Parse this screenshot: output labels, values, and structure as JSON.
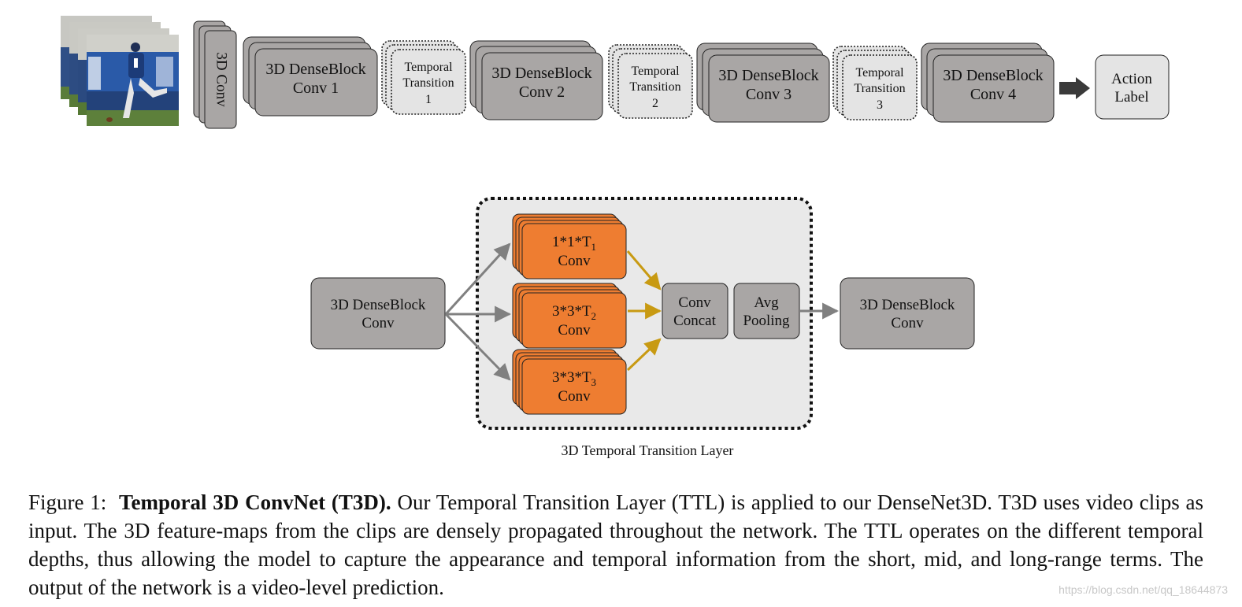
{
  "pipeline": {
    "conv3d_label": "3D Conv",
    "dense_blocks": [
      {
        "line1": "3D DenseBlock",
        "line2": "Conv 1"
      },
      {
        "line1": "3D DenseBlock",
        "line2": "Conv 2"
      },
      {
        "line1": "3D DenseBlock",
        "line2": "Conv 3"
      },
      {
        "line1": "3D DenseBlock",
        "line2": "Conv 4"
      }
    ],
    "transitions": [
      {
        "line1": "Temporal",
        "line2": "Transition",
        "line3": "1"
      },
      {
        "line1": "Temporal",
        "line2": "Transition",
        "line3": "2"
      },
      {
        "line1": "Temporal",
        "line2": "Transition",
        "line3": "3"
      }
    ],
    "output": {
      "line1": "Action",
      "line2": "Label"
    }
  },
  "ttl": {
    "input": {
      "line1": "3D DenseBlock",
      "line2": "Conv"
    },
    "branches": [
      {
        "prefix": "1*1*T",
        "sub": "1",
        "line2": "Conv"
      },
      {
        "prefix": "3*3*T",
        "sub": "2",
        "line2": "Conv"
      },
      {
        "prefix": "3*3*T",
        "sub": "3",
        "line2": "Conv"
      }
    ],
    "concat": {
      "line1": "Conv",
      "line2": "Concat"
    },
    "pool": {
      "line1": "Avg",
      "line2": "Pooling"
    },
    "output": {
      "line1": "3D DenseBlock",
      "line2": "Conv"
    },
    "label": "3D Temporal Transition Layer"
  },
  "caption": {
    "figure_label": "Figure 1:",
    "title": "Temporal 3D ConvNet (T3D).",
    "body": "Our Temporal Transition Layer (TTL) is applied to our DenseNet3D. T3D uses video clips as input. The 3D feature-maps from the clips are densely propagated throughout the network. The TTL operates on the different temporal depths, thus allowing the model to capture the appearance and temporal information from the short, mid, and long-range terms. The output of the network is a video-level prediction."
  },
  "watermark": "https://blog.csdn.net/qq_18644873",
  "colors": {
    "block_fill": "#a9a6a5",
    "transition_fill": "#e4e4e4",
    "ttl_bg": "#e9e9e9",
    "branch_fill": "#ee7d31",
    "arrow_gray": "#808080",
    "arrow_gold": "#c89a12"
  }
}
